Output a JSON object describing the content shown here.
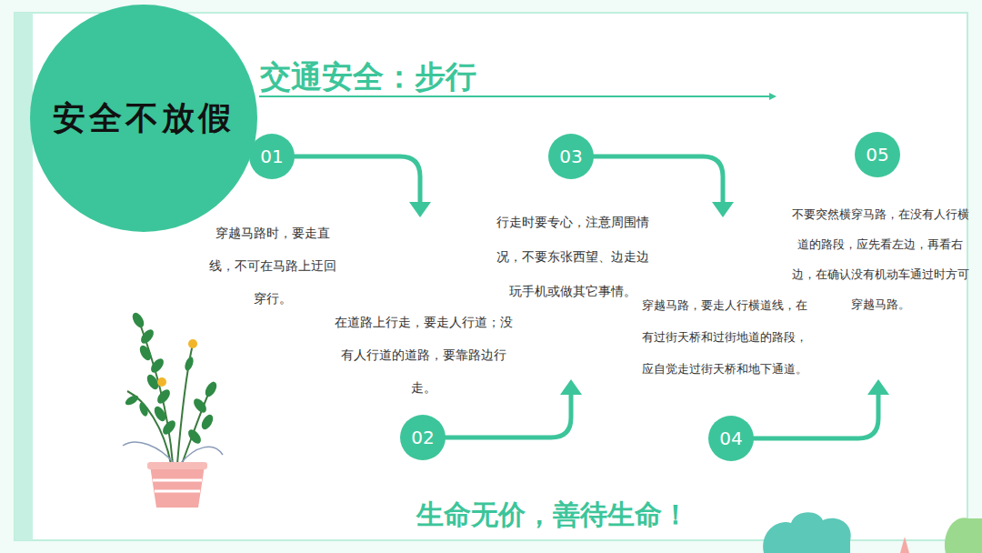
{
  "diagram": {
    "title": "交通安全：步行",
    "caption": "生命无价，善待生命！",
    "nodes": [
      {
        "text": [
          "安全不放假"
        ]
      },
      {
        "text": [
          "01"
        ]
      },
      {
        "text": [
          "02"
        ]
      },
      {
        "text": [
          "03"
        ]
      },
      {
        "text": [
          "04"
        ]
      },
      {
        "text": [
          "05"
        ]
      }
    ],
    "labels": [
      "穿越马路时，要走直线，不可在马路上迂回穿行。",
      "在道路上行走，要走人行道；没有人行道的道路，要靠路边行走。",
      "行走时要专心，注意周围情况，不要东张西望、边走边玩手机或做其它事情。",
      "穿越马路，要走人行横道线，在有过街天桥和过街地道的路段，应自觉走过街天桥和地下通道。",
      "不要突然横穿马路，在没有人行横道的路段，应先看左边，再看右边，在确认没有机动车通过时方可穿越马路。"
    ]
  }
}
